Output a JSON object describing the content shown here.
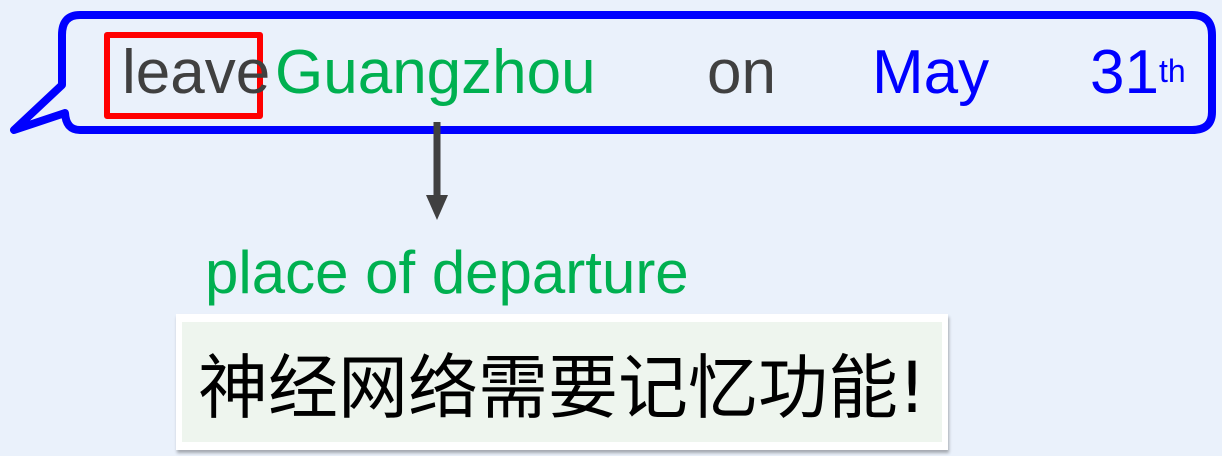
{
  "sentence": {
    "word1": "leave",
    "word2": "Guangzhou",
    "word3": "on",
    "word4": "May",
    "word5": "31",
    "word5_sup": "th"
  },
  "label": "place of departure",
  "note": "神经网络需要记忆功能!",
  "colors": {
    "bubble": "#0000ff",
    "highlight": "#ff0000",
    "place": "#00b050",
    "date": "#0000ff",
    "text": "#404040"
  }
}
